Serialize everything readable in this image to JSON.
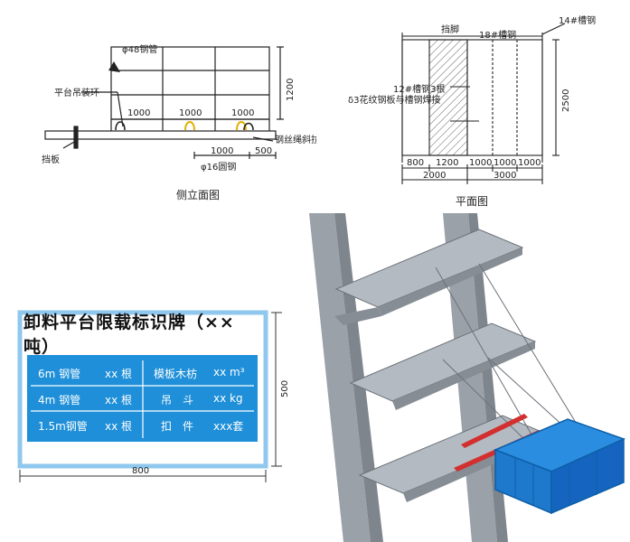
{
  "side_view": {
    "caption": "侧立面图",
    "pipe_label": "φ48钢管",
    "lift_ring_label": "平台吊装环",
    "toe_board_label": "挡板",
    "height_dim": "1200",
    "spacing_dims": [
      "1000",
      "1000",
      "1000"
    ],
    "lower_dims": [
      "1000",
      "500"
    ],
    "round_bar_label": "φ16圆钢",
    "cable_ring_label": "钢丝绳斜拉环"
  },
  "plan_view": {
    "caption": "平面图",
    "toe_label": "挡脚",
    "steel18_label": "18#槽钢",
    "steel14_label": "14#槽钢",
    "steel12_label": "12#槽钢3根",
    "plate_label": "δ3花纹钢板与槽钢焊接",
    "height_dim": "2500",
    "bottom_dims": [
      "800",
      "1200",
      "1000",
      "1000",
      "1000"
    ],
    "total_dims": [
      "2000",
      "3000"
    ]
  },
  "sign": {
    "title": "卸料平台限载标识牌（××吨）",
    "rows": [
      {
        "item1": "6m 钢管",
        "qty1": "xx 根",
        "item2": "模板木枋",
        "qty2": "xx m³"
      },
      {
        "item1": "4m 钢管",
        "qty1": "xx 根",
        "item2": "吊　斗",
        "qty2": "xx kg"
      },
      {
        "item1": "1.5m钢管",
        "qty1": "xx 根",
        "item2": "扣　件",
        "qty2": "xxx套"
      }
    ],
    "height_dim": "500",
    "width_dim": "800",
    "colors": {
      "panel": "#1e8fd8",
      "frame": "#8fc7ee"
    }
  },
  "model": {
    "colors": {
      "concrete": "#a9b0b8",
      "platform": "#1e88e5",
      "beam": "#d32f2f"
    }
  }
}
